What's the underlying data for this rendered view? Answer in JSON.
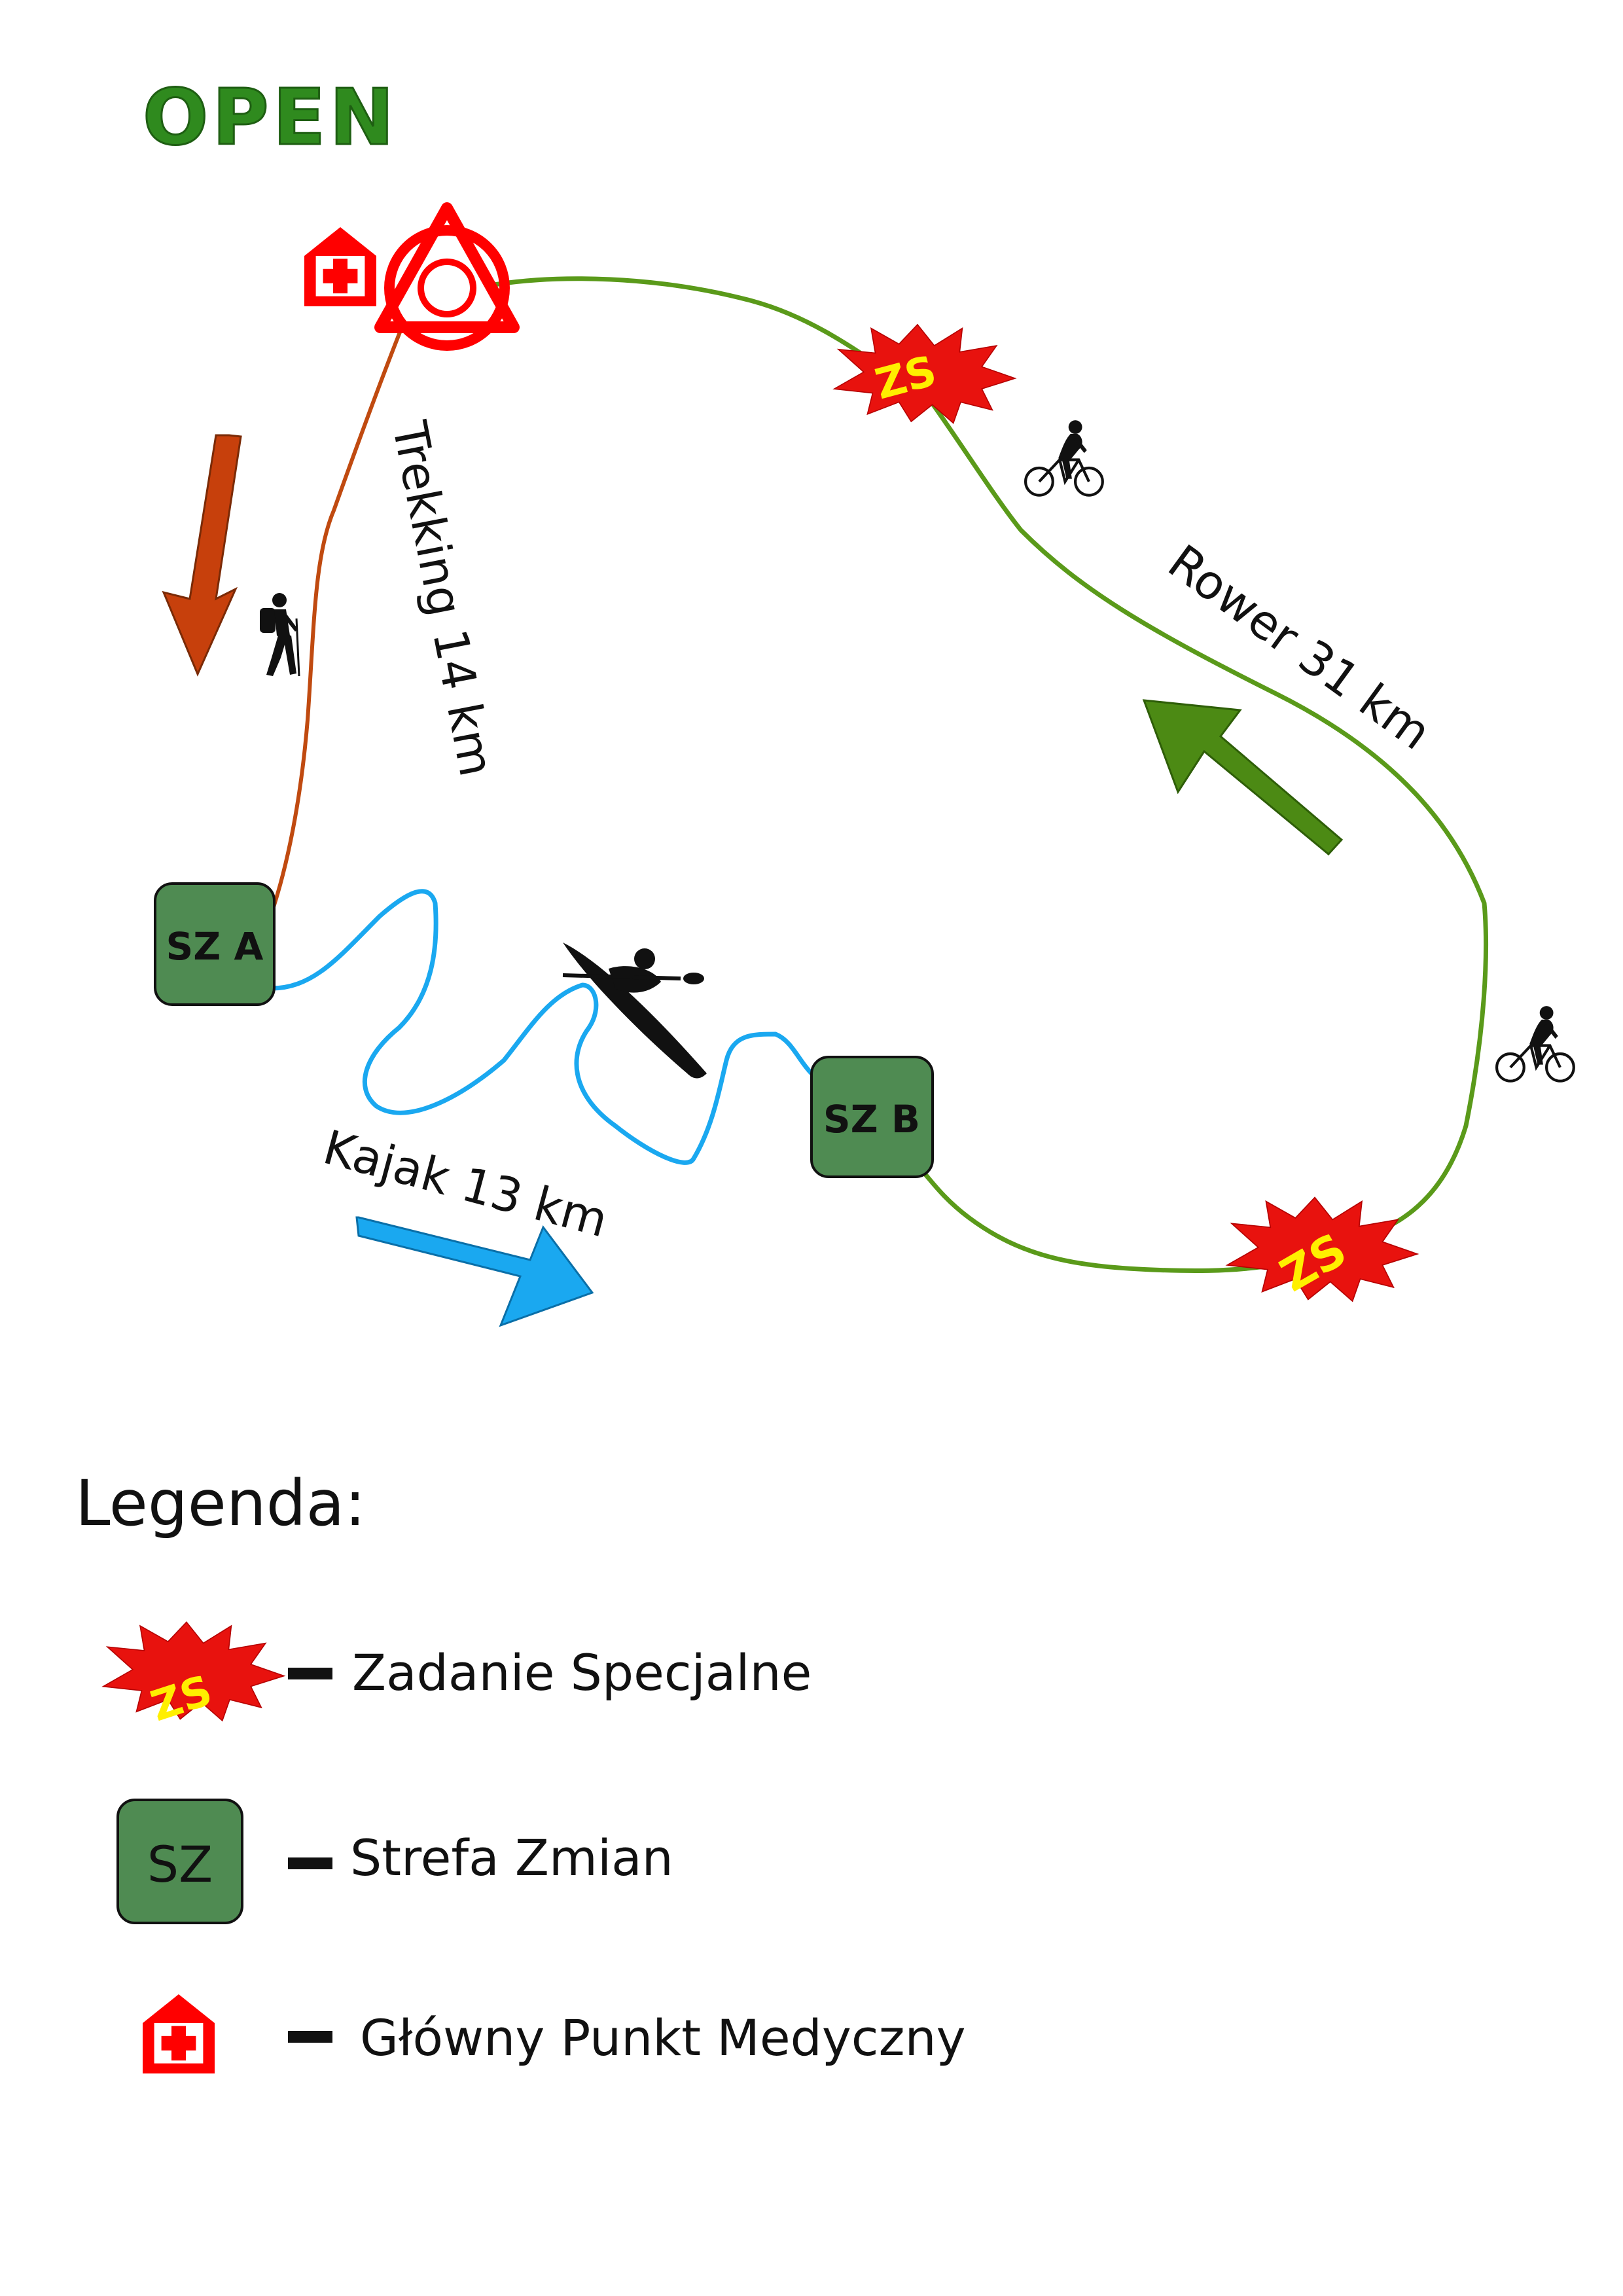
{
  "title": "OPEN",
  "routes": {
    "trekking": "Trekking 14 km",
    "rower": "Rower 31 km",
    "kajak": "Kajak 13 km"
  },
  "zones": {
    "a": "SZ A",
    "b": "SZ B"
  },
  "zs_label": "ZS",
  "legend": {
    "heading": "Legenda:",
    "items": [
      {
        "symbol": "ZS",
        "text": "Zadanie Specjalne"
      },
      {
        "symbol": "SZ",
        "text": "Strefa Zmian"
      },
      {
        "symbol": "medical-icon",
        "text": "Główny Punkt Medyczny"
      }
    ]
  },
  "icons": [
    "start-icon",
    "medical-icon",
    "hiker-icon",
    "cyclist-icon",
    "kayak-icon"
  ],
  "colors": {
    "title": "#2f8a1e",
    "trekking": "#c04a10",
    "bike": "#5a9a1a",
    "kayak": "#1aa8f0",
    "zone": "#4f8b52",
    "zs_burst": "#e8120e",
    "zs_text": "#ffef00",
    "start": "#ff0000"
  }
}
